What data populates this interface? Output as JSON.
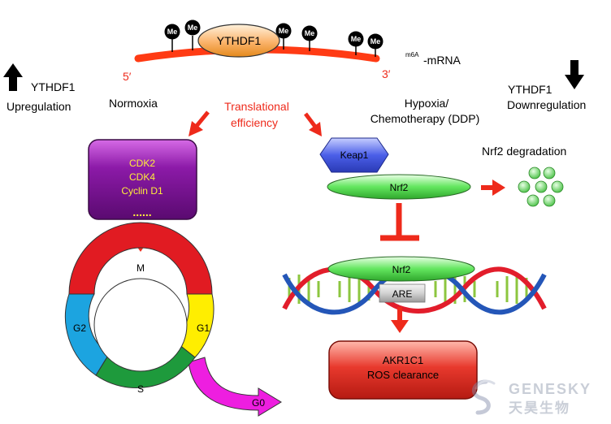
{
  "colors": {
    "red": "#ee2a1b",
    "mrna": "#ff3b14",
    "ythdf1_fill": "#fbb36b",
    "cdk_box": "#8c1aa8",
    "cdk_text": "#ffee3a",
    "keap1": "#4b5fe8",
    "nrf2": "#5fe35f",
    "akr_box": "#e8392d",
    "cycle_m": "#e11b22",
    "cycle_g1": "#ffee00",
    "cycle_s": "#1e9a3c",
    "cycle_g2": "#1ca4e0",
    "g0": "#ee1ee0",
    "dna_red": "#e21d2b",
    "dna_blue": "#2456b8",
    "dna_rungs": "#8cc63f"
  },
  "mrna": {
    "label_prefix": "m6A",
    "label_suffix": "-mRNA",
    "five_prime": "5′",
    "three_prime": "3′",
    "reader": "YTHDF1",
    "methyl_tag": "Me"
  },
  "left_side": {
    "regulation_line1": "YTHDF1",
    "regulation_line2": "Upregulation",
    "condition": "Normoxia",
    "arrow_icon": "up-arrow-icon"
  },
  "right_side": {
    "regulation_line1": "YTHDF1",
    "regulation_line2": "Downregulation",
    "condition_line1": "Hypoxia/",
    "condition_line2": "Chemotherapy (DDP)",
    "arrow_icon": "down-arrow-icon"
  },
  "center": {
    "line1": "Translational",
    "line2": "efficiency"
  },
  "cdk_box": {
    "line1": "CDK2",
    "line2": "CDK4",
    "line3": "Cyclin D1",
    "ellipsis": "......"
  },
  "cell_cycle": {
    "m": "M",
    "g1": "G1",
    "s": "S",
    "g2": "G2",
    "g0": "G0"
  },
  "nrf2_pathway": {
    "keap1": "Keap1",
    "nrf2_top": "Nrf2",
    "degradation": "Nrf2 degradation",
    "nrf2_bottom": "Nrf2",
    "are": "ARE",
    "akr_line1": "AKR1C1",
    "akr_line2": "ROS clearance"
  },
  "watermark": {
    "brand_en": "GENESKY",
    "brand_cn": "天昊生物"
  }
}
